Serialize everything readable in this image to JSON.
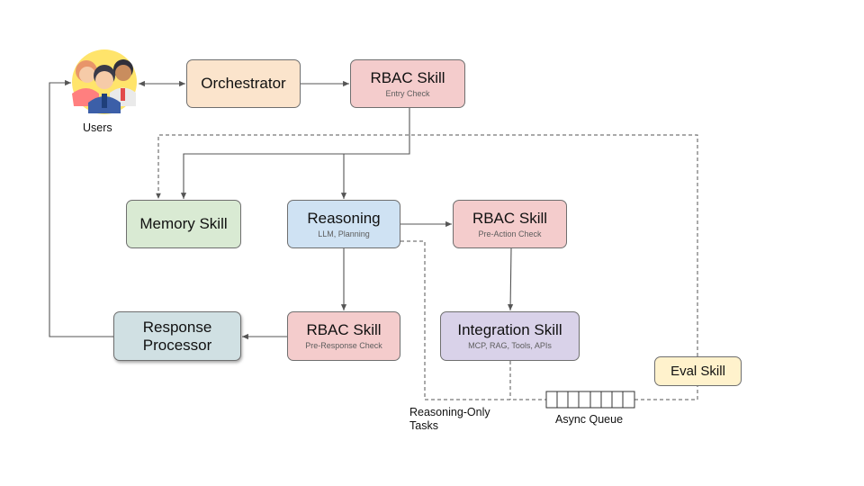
{
  "users": {
    "label": "Users"
  },
  "nodes": {
    "orchestrator": {
      "title": "Orchestrator"
    },
    "rbac_entry": {
      "title": "RBAC Skill",
      "subtitle": "Entry Check"
    },
    "memory": {
      "title": "Memory Skill"
    },
    "reasoning": {
      "title": "Reasoning",
      "subtitle": "LLM, Planning"
    },
    "rbac_preaction": {
      "title": "RBAC Skill",
      "subtitle": "Pre-Action Check"
    },
    "response_processor": {
      "title_line1": "Response",
      "title_line2": "Processor"
    },
    "rbac_preresponse": {
      "title": "RBAC Skill",
      "subtitle": "Pre-Response Check"
    },
    "integration": {
      "title": "Integration Skill",
      "subtitle": "MCP, RAG, Tools, APIs"
    },
    "eval": {
      "title": "Eval Skill"
    }
  },
  "labels": {
    "reasoning_only_line1": "Reasoning-Only",
    "reasoning_only_line2": "Tasks",
    "async_queue": "Async Queue"
  },
  "colors": {
    "orchestrator": "#fbe4cc",
    "rbac": "#f4cccc",
    "memory": "#d9ead3",
    "reasoning": "#cfe2f3",
    "response_processor": "#d0e0e3",
    "integration": "#d9d2e9",
    "eval": "#fff2cc",
    "connector": "#555555"
  }
}
